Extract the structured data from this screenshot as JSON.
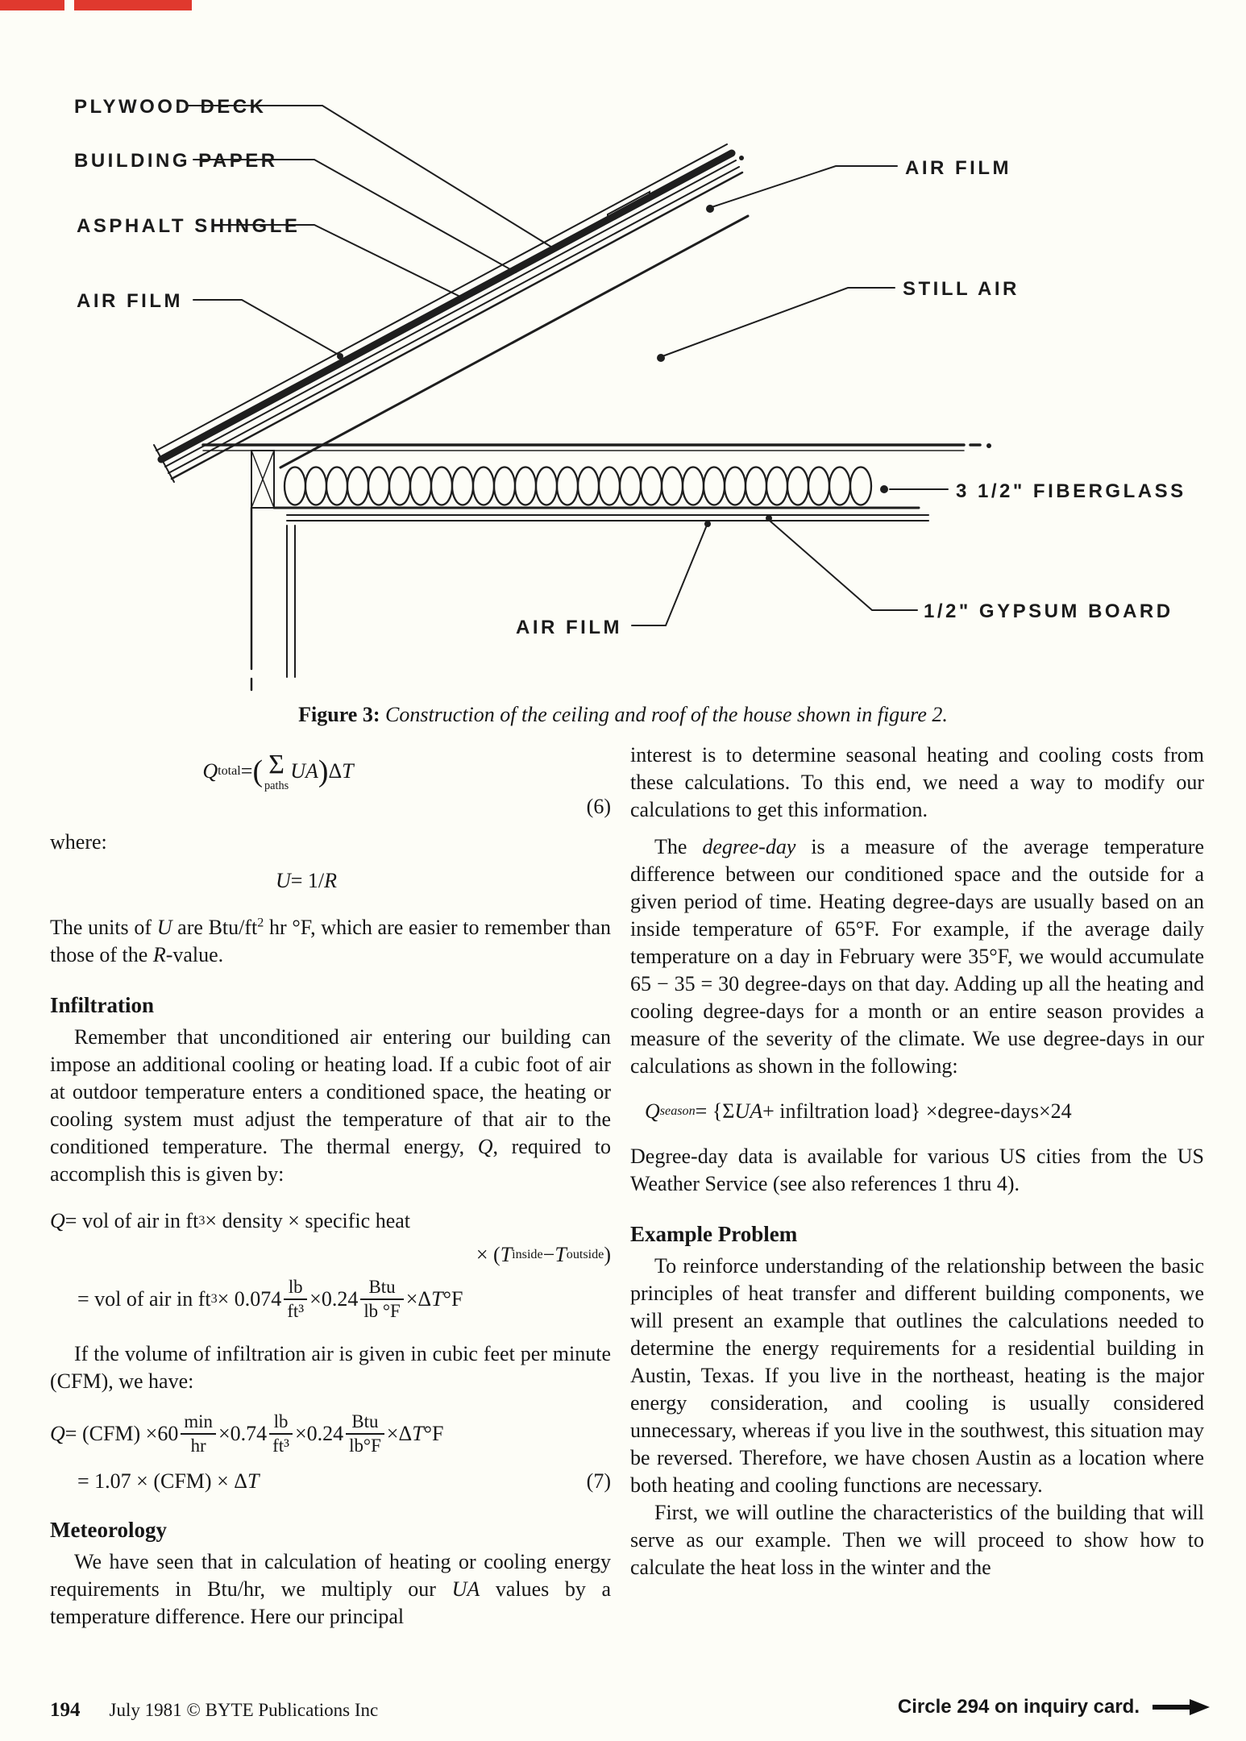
{
  "page": {
    "background": "#fdfdf7",
    "accent_red": "#e0392e"
  },
  "diagram": {
    "labels": {
      "plywood_deck": "PLYWOOD DECK",
      "building_paper": "BUILDING PAPER",
      "asphalt_shingle": "ASPHALT SHINGLE",
      "air_film_left": "AIR FILM",
      "air_film_right": "AIR FILM",
      "still_air": "STILL AIR",
      "fiberglass": "3 1/2\" FIBERGLASS",
      "gypsum_board": "1/2\" GYPSUM BOARD",
      "air_film_bottom": "AIR FILM"
    }
  },
  "caption": {
    "label": "Figure 3:",
    "text": " Construction of the ceiling and roof of the house shown in figure 2."
  },
  "left": {
    "eq6": [
      {
        "t": "Q",
        "s": "i"
      },
      {
        "t": "total",
        "s": "sub"
      },
      {
        "t": " = "
      },
      {
        "t": "(",
        "s": "big"
      },
      {
        "sum": [
          "Σ",
          "paths"
        ]
      },
      {
        "t": " UA",
        "s": "i"
      },
      {
        "t": ")",
        "s": "big"
      },
      {
        "t": "Δ"
      },
      {
        "t": "T",
        "s": "i"
      }
    ],
    "eq6_number": "(6)",
    "where_label": "where:",
    "eqU": [
      {
        "t": "U",
        "s": "i"
      },
      {
        "t": " = 1/"
      },
      {
        "t": "R",
        "s": "i"
      }
    ],
    "units_para": [
      {
        "t": "The units of "
      },
      {
        "t": "U",
        "s": "i"
      },
      {
        "t": " are Btu/ft"
      },
      {
        "t": "2",
        "s": "sup"
      },
      {
        "t": " hr °F, which are easier to remember than those of the "
      },
      {
        "t": "R",
        "s": "i"
      },
      {
        "t": "-value."
      }
    ],
    "infiltration_heading": "Infiltration",
    "infiltration_para": [
      {
        "t": "Remember that unconditioned air entering our building can impose an additional cooling or heating load. If a cubic foot of air at outdoor temperature enters a conditioned space, the heating or cooling system must adjust the temperature of that air to the conditioned temperature. The thermal energy, "
      },
      {
        "t": "Q",
        "s": "i"
      },
      {
        "t": ", required to accomplish this is given by:"
      }
    ],
    "eqQ_line1": [
      {
        "t": "Q",
        "s": "i"
      },
      {
        "t": " = vol of air in ft"
      },
      {
        "t": "3",
        "s": "sup"
      },
      {
        "t": " × density × specific heat"
      }
    ],
    "eqQ_line2": [
      {
        "t": "× ("
      },
      {
        "t": "T",
        "s": "i"
      },
      {
        "t": "inside",
        "s": "sub"
      },
      {
        "t": " − "
      },
      {
        "t": "T",
        "s": "i"
      },
      {
        "t": "outside",
        "s": "sub"
      },
      {
        "t": ")"
      }
    ],
    "eqQ_line3": [
      {
        "t": "= vol of air in ft"
      },
      {
        "t": "3",
        "s": "sup"
      },
      {
        "t": " × 0.074 "
      },
      {
        "frac": [
          "lb",
          "ft³"
        ]
      },
      {
        "t": " ×0.24 "
      },
      {
        "frac": [
          "Btu",
          "lb °F"
        ]
      },
      {
        "t": " ×Δ"
      },
      {
        "t": "T",
        "s": "i"
      },
      {
        "t": "°F"
      }
    ],
    "cfm_para": "If the volume of infiltration air is given in cubic feet per minute (CFM), we have:",
    "eq7a": [
      {
        "t": "Q",
        "s": "i"
      },
      {
        "t": " = (CFM) ×60 "
      },
      {
        "frac": [
          "min",
          "hr"
        ]
      },
      {
        "t": " ×0.74 "
      },
      {
        "frac": [
          "lb",
          "ft³"
        ]
      },
      {
        "t": " ×0.24 "
      },
      {
        "frac": [
          "Btu",
          "lb°F"
        ]
      },
      {
        "t": " ×Δ"
      },
      {
        "t": "T",
        "s": "i"
      },
      {
        "t": "°F"
      }
    ],
    "eq7b": [
      {
        "t": "= 1.07 × (CFM) × Δ"
      },
      {
        "t": "T",
        "s": "i"
      }
    ],
    "eq7_number": "(7)",
    "meteorology_heading": "Meteorology",
    "meteorology_para": [
      {
        "t": "We have seen that in calculation of heating or cooling energy requirements in Btu/hr, we multiply our "
      },
      {
        "t": "UA",
        "s": "i"
      },
      {
        "t": " values by a temperature difference. Here our principal"
      }
    ]
  },
  "right": {
    "p1": "interest is to determine seasonal heating and cooling costs from these calculations. To this end, we need a way to modify our calculations to get this information.",
    "p2": [
      {
        "t": "The "
      },
      {
        "t": "degree-day",
        "s": "i"
      },
      {
        "t": " is a measure of the average temperature difference between our conditioned space and the outside for a given period of time. Heating degree-days are usually based on an inside temperature of 65°F. For example, if the average daily temperature on a day in February were 35°F, we would accumulate 65 − 35 = 30 degree-days on that day. Adding up all the heating and cooling degree-days for a month or an entire season provides a measure of the severity of the climate. We use degree-days in our calculations as shown in the following:"
      }
    ],
    "eq_season": [
      {
        "t": "Q",
        "s": "i"
      },
      {
        "t": "season",
        "s": "isub"
      },
      {
        "t": " = {Σ"
      },
      {
        "t": "UA",
        "s": "i"
      },
      {
        "t": " + infiltration load} ×degree-days×24"
      }
    ],
    "p3": "Degree-day data is available for various US cities from the US Weather Service (see also references 1 thru 4).",
    "example_heading": "Example Problem",
    "p4": "To reinforce understanding of the relationship between the basic principles of heat transfer and different building components, we will present an example that outlines the calculations needed to determine the energy requirements for a residential building in Austin, Texas. If you live in the northeast, heating is the major energy consideration, and cooling is usually considered unnecessary, whereas if you live in the southwest, this situation may be reversed. Therefore, we have chosen Austin as a location where both heating and cooling functions are necessary.",
    "p5": "First, we will outline the characteristics of the building that will serve as our example. Then we will proceed to show how to calculate the heat loss in the winter and the"
  },
  "footer": {
    "page_number": "194",
    "left_text": "July 1981 © BYTE Publications Inc",
    "right_text": "Circle 294 on inquiry card."
  }
}
